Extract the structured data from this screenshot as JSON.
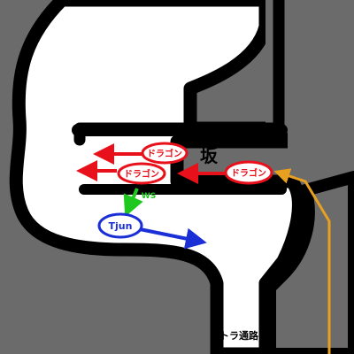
{
  "map": {
    "slope_label": "坂",
    "route_label": "トラ通路",
    "colors": {
      "wall": "#6b6b6b",
      "outline": "#000000",
      "floor": "#ffffff",
      "dragon": "#e8101a",
      "tjun": "#1a2fd6",
      "ws": "#1ec81e",
      "route": "#e8a020"
    }
  },
  "units": {
    "dragons": [
      {
        "label": "ドラゴン",
        "direction": "left"
      },
      {
        "label": "ドラゴン",
        "direction": "left"
      },
      {
        "label": "ドラゴン",
        "direction": "left"
      }
    ],
    "tjun": {
      "label": "Tjun",
      "direction": "right"
    },
    "ws": {
      "label": "WS",
      "direction": "down-left"
    }
  }
}
